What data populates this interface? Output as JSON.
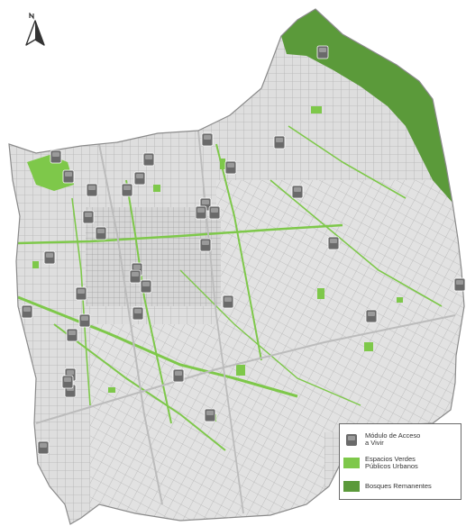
{
  "colors": {
    "background": "#ffffff",
    "urban_area": "#dcdcdc",
    "street": "#a8a8a8",
    "green_urban": "#7ec84a",
    "green_remnant": "#5b9a3a",
    "module_icon": "#6a6a6a",
    "boundary": "#8a8a8a"
  },
  "north_arrow": {
    "icon": "north-arrow-icon"
  },
  "legend": {
    "items": [
      {
        "label": "Módulo de Acceso\na Vivir",
        "symbol": "module-icon",
        "color": "#6a6a6a"
      },
      {
        "label": "Espacios Verdes\nPúblicos Urbanos",
        "symbol": "green-swatch",
        "color": "#7ec84a"
      },
      {
        "label": "Bosques Remanentes",
        "symbol": "remnant-swatch",
        "color": "#5b9a3a"
      }
    ]
  },
  "modules": {
    "count": 36,
    "icon": "module-icon"
  }
}
